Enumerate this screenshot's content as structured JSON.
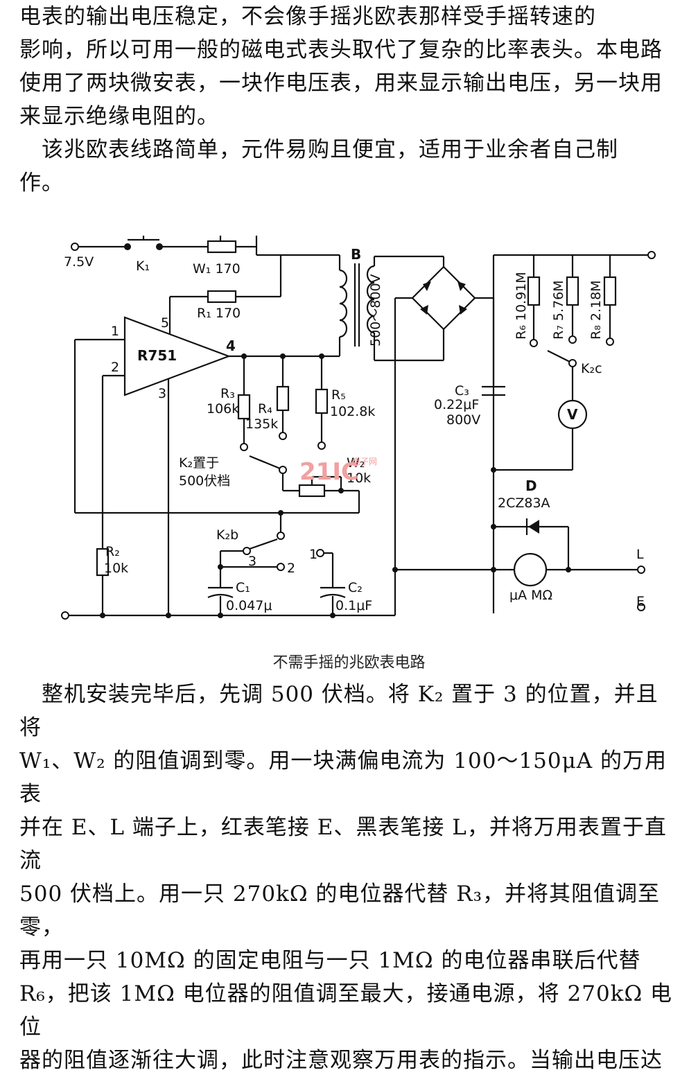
{
  "text_top": [
    "电表的输出电压稳定，不会像手摇兆欧表那样受手摇转速的",
    "影响，所以可用一般的磁电式表头取代了复杂的比率表头。本电路",
    "使用了两块微安表，一块作电压表，用来显示输出电压，另一块用",
    "来显示绝缘电阻的。",
    "　该兆欧表线路简单，元件易购且便宜，适用于业余者自己制",
    "作。"
  ],
  "circuit": {
    "supply": "7.5V",
    "k1": "K₁",
    "w1": "W₁ 170",
    "r1": "R₁ 170",
    "opamp": "R751",
    "pin1": "1",
    "pin2": "2",
    "pin3": "3",
    "pin4": "4",
    "pin5": "5",
    "transformer": "B",
    "secondary_voltage": "500～800V",
    "r3": "R₃",
    "r3_val": "106k",
    "r4": "R₄",
    "r4_val": "135k",
    "r5": "R₅",
    "r5_val": "102.8k",
    "k2_note_1": "K₂置于",
    "k2_note_2": "500伏档",
    "w2": "W₂",
    "w2_val": "10k",
    "k2b": "K₂b",
    "pos3": "3",
    "pos2": "2",
    "pos1": "1",
    "r2": "R₂",
    "r2_val": "10k",
    "c1": "C₁",
    "c1_val": "0.047μ",
    "c2": "C₂",
    "c2_val": "0.1μF",
    "c3": "C₃",
    "c3_val": "0.22μF",
    "c3_volt": "800V",
    "r6": "R₆ 10.91M",
    "r7": "R₇ 5.76M",
    "r8": "R₈ 2.18M",
    "k2c": "K₂c",
    "voltmeter": "V",
    "diode": "D",
    "diode_type": "2CZ83A",
    "ammeter_label": "μA MΩ",
    "terminal_l": "L",
    "terminal_e": "E"
  },
  "watermark": "21IC",
  "watermark_sub": "电子网",
  "caption": "不需手摇的兆欧表电路",
  "text_bottom": [
    "　整机安装完毕后，先调 500 伏档。将 K₂ 置于 3 的位置，并且将",
    "W₁、W₂ 的阻值调到零。用一块满偏电流为 100～150μA 的万用表",
    "并在 E、L 端子上，红表笔接 E、黑表笔接 L，并将万用表置于直流",
    "500 伏档上。用一只 270kΩ 的电位器代替 R₃，并将其阻值调至零，",
    "再用一只 10MΩ 的固定电阻与一只 1MΩ 的电位器串联后代替",
    "R₆，把该 1MΩ 电位器的阻值调至最大，接通电源，将 270kΩ 电位",
    "器的阻值逐渐往大调，此时注意观察万用表的指示。当输出电压达"
  ]
}
